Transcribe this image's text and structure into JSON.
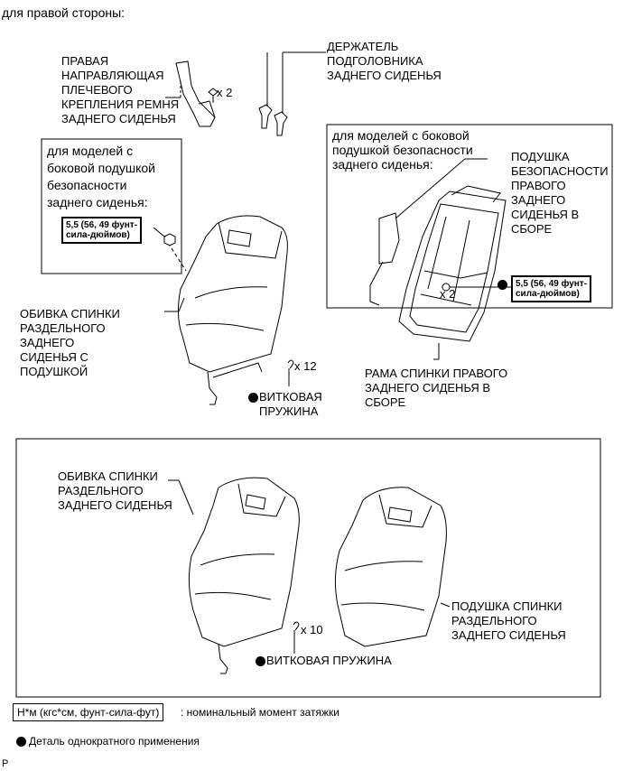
{
  "header": "для правой стороны:",
  "labels": {
    "guide": [
      "ПРАВАЯ",
      "НАПРАВЛЯЮЩАЯ",
      "ПЛЕЧЕВОГО",
      "КРЕПЛЕНИЯ РЕМНЯ",
      "ЗАДНЕГО СИДЕНЬЯ"
    ],
    "guide_qty": "x 2",
    "holder": [
      "ДЕРЖАТЕЛЬ",
      "ПОДГОЛОВНИКА",
      "ЗАДНЕГО СИДЕНЬЯ"
    ],
    "left_box": [
      "для моделей с",
      "боковой подушкой",
      "безопасности",
      "заднего сиденья:"
    ],
    "right_box": [
      "для моделей с боковой",
      "подушкой безопасности",
      "заднего сиденья:"
    ],
    "airbag": [
      "ПОДУШКА",
      "БЕЗОПАСНОСТИ",
      "ПРАВОГО",
      "ЗАДНЕГО",
      "СИДЕНЬЯ В",
      "СБОРЕ"
    ],
    "cover1": [
      "ОБИВКА СПИНКИ",
      "РАЗДЕЛЬНОГО",
      "ЗАДНЕГО",
      "СИДЕНЬЯ С",
      "ПОДУШКОЙ"
    ],
    "frame": [
      "РАМА СПИНКИ ПРАВОГО",
      "ЗАДНЕГО СИДЕНЬЯ В",
      "СБОРЕ"
    ],
    "spring1_qty": "x 12",
    "spring1": [
      "ВИТКОВАЯ",
      "ПРУЖИНА"
    ],
    "nut_qty": "x 2",
    "cover2": [
      "ОБИВКА СПИНКИ",
      "РАЗДЕЛЬНОГО",
      "ЗАДНЕГО СИДЕНЬЯ"
    ],
    "pad": [
      "ПОДУШКА СПИНКИ",
      "РАЗДЕЛЬНОГО",
      "ЗАДНЕГО СИДЕНЬЯ"
    ],
    "spring2_qty": "x 10",
    "spring2": "ВИТКОВАЯ ПРУЖИНА"
  },
  "torque_left": [
    "5,5 (56, 49 фунт-",
    "сила-дюймов)"
  ],
  "torque_right": [
    "5,5 (56, 49 фунт-",
    "сила-дюймов)"
  ],
  "legend": {
    "unit_box": "Н*м (кгс*см, фунт-сила-фут)",
    "unit_text": ": номинальный момент затяжки",
    "single_use": "Деталь однократного применения"
  },
  "corner_mark": "P"
}
